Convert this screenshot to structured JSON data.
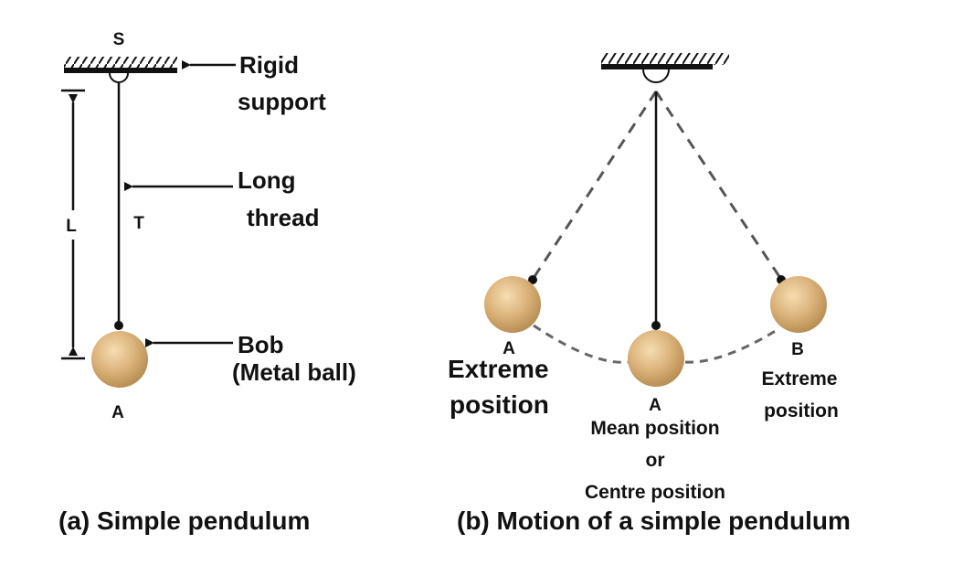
{
  "colors": {
    "ink": "#111111",
    "dashed": "#555555",
    "bob_light": "#f6ddb2",
    "bob_mid": "#dcb47c",
    "bob_dark": "#b98f54",
    "background": "#ffffff"
  },
  "panel_a": {
    "support_label": "S",
    "support_callout_line1": "Rigid",
    "support_callout_line2": "support",
    "thread_callout_line1": "Long",
    "thread_callout_line2": "thread",
    "length_label": "L",
    "tension_label": "T",
    "bob_callout_line1": "Bob",
    "bob_callout_line2": "(Metal ball)",
    "bob_point_label": "A",
    "caption": "(a) Simple pendulum"
  },
  "panel_b": {
    "left_point_label": "A",
    "left_desc_line1": "Extreme",
    "left_desc_line2": "position",
    "center_point_label": "A",
    "center_desc_line1": "Mean position",
    "center_desc_line2": "or",
    "center_desc_line3": "Centre position",
    "right_point_label": "B",
    "right_desc_line1": "Extreme",
    "right_desc_line2": "position",
    "caption": "(b) Motion of a simple pendulum"
  }
}
